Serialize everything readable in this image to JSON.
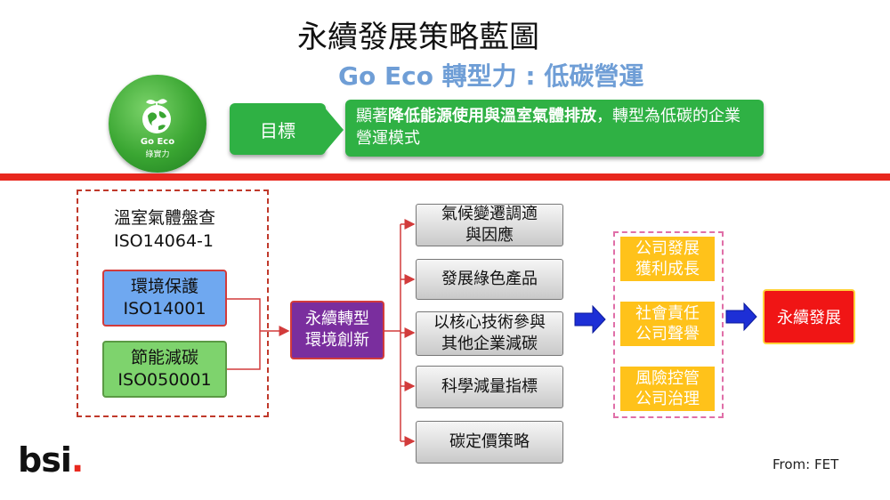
{
  "title": "永續發展策略藍圖",
  "subtitle": "Go Eco 轉型力 : 低碳營運",
  "badge": {
    "line1": "Go Eco",
    "line2": "綠實力"
  },
  "goal": {
    "label": "目標",
    "text_pre": "顯著",
    "text_bold": "降低能源使用與溫室氣體排放",
    "text_post": "，轉型為低碳的企業營運模式"
  },
  "inventory": {
    "line1": "溫室氣體盤查",
    "line2": "ISO14064-1"
  },
  "env_box": {
    "line1": "環境保護",
    "line2": "ISO14001"
  },
  "save_box": {
    "line1": "節能減碳",
    "line2": "ISO050001"
  },
  "center_box": {
    "line1": "永續轉型",
    "line2": "環境創新"
  },
  "strategies": [
    {
      "line1": "氣候變遷調適",
      "line2": "與因應"
    },
    {
      "line1": "發展綠色產品",
      "line2": ""
    },
    {
      "line1": "以核心技術參與",
      "line2": "其他企業減碳"
    },
    {
      "line1": "科學減量指標",
      "line2": ""
    },
    {
      "line1": "碳定價策略",
      "line2": ""
    }
  ],
  "outcomes": [
    {
      "line1": "公司發展",
      "line2": "獲利成長"
    },
    {
      "line1": "社會責任",
      "line2": "公司聲譽"
    },
    {
      "line1": "風險控管",
      "line2": "公司治理"
    }
  ],
  "final": "永續發展",
  "source": "From: FET",
  "logo": {
    "text": "bsi",
    "dot": "."
  },
  "colors": {
    "accent_green": "#2fb144",
    "red_bar": "#e8281e",
    "env_blue": "#6fa8f0",
    "save_green": "#7ed36d",
    "center_purple": "#7a2e9e",
    "outcome_yellow": "#ffc21a",
    "final_red": "#f01515",
    "arrow_blue": "#1d2fd6",
    "subtitle_blue": "#6f9ed6"
  }
}
